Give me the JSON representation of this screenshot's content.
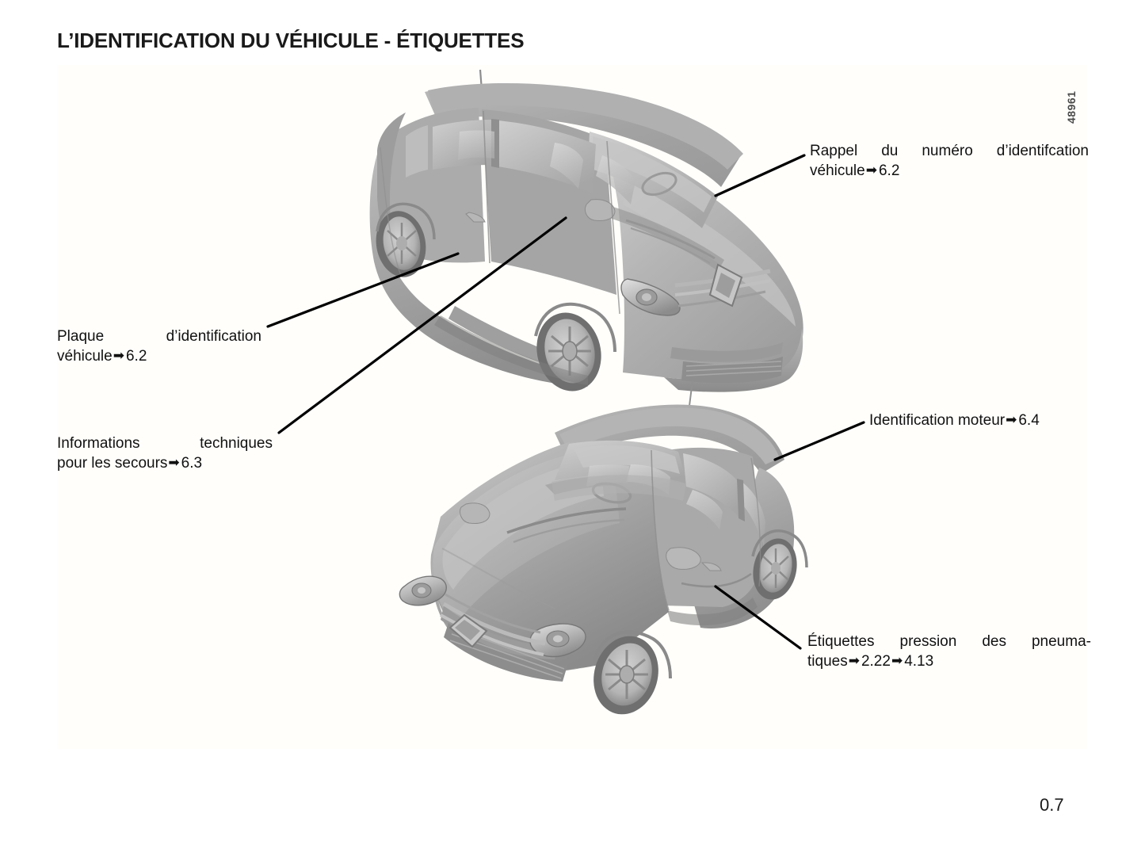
{
  "document": {
    "title": "L’IDENTIFICATION DU VÉHICULE - ÉTIQUETTES",
    "page_number": "0.7",
    "figure_code": "48961",
    "language": "fr",
    "background_color": "#ffffff",
    "panel_color": "#fffefb",
    "text_color": "#111111",
    "vehicle_body_color": "#a8a8a8",
    "arrow_glyph": "➡"
  },
  "callouts": [
    {
      "id": "vin-reminder",
      "name": "callout-vin-reminder",
      "line1": "Rappel du numéro d’identifcation",
      "line1_words": [
        "Rappel",
        "du",
        "numéro",
        "d’identifcation"
      ],
      "line2_prefix": "véhicule",
      "line2_refs": [
        "6.2"
      ],
      "justified": true
    },
    {
      "id": "vehicle-id-plate",
      "name": "callout-vehicle-id-plate",
      "line1": "Plaque d’identification",
      "line1_words": [
        "Plaque",
        "d’identification"
      ],
      "line2_prefix": "véhicule",
      "line2_refs": [
        "6.2"
      ],
      "justified": true
    },
    {
      "id": "rescue-technical-info",
      "name": "callout-rescue-technical-info",
      "line1": "Informations techniques",
      "line1_words": [
        "Informations",
        "techniques"
      ],
      "line2_prefix": "pour les secours",
      "line2_refs": [
        "6.3"
      ],
      "justified": true
    },
    {
      "id": "engine-identification",
      "name": "callout-engine-identification",
      "line1_prefix": "Identification moteur",
      "line1_refs": [
        "6.4"
      ],
      "single_line": true
    },
    {
      "id": "tyre-pressure-labels",
      "name": "callout-tyre-pressure-labels",
      "line1": "Étiquettes pression des pneuma-",
      "line1_words": [
        "Étiquettes",
        "pression",
        "des",
        "pneuma-"
      ],
      "line2_prefix": "tiques",
      "line2_refs": [
        "2.22",
        "4.13"
      ],
      "justified": true
    }
  ],
  "figures": [
    {
      "id": "vehicle-upper",
      "name": "vehicle-illustration-upper",
      "description": "Renault Twingo three-quarter front right view",
      "view": "front-right-three-quarter"
    },
    {
      "id": "vehicle-lower",
      "name": "vehicle-illustration-lower",
      "description": "Renault Twingo high-angle three-quarter front left view",
      "view": "front-left-three-quarter-high-angle"
    }
  ]
}
